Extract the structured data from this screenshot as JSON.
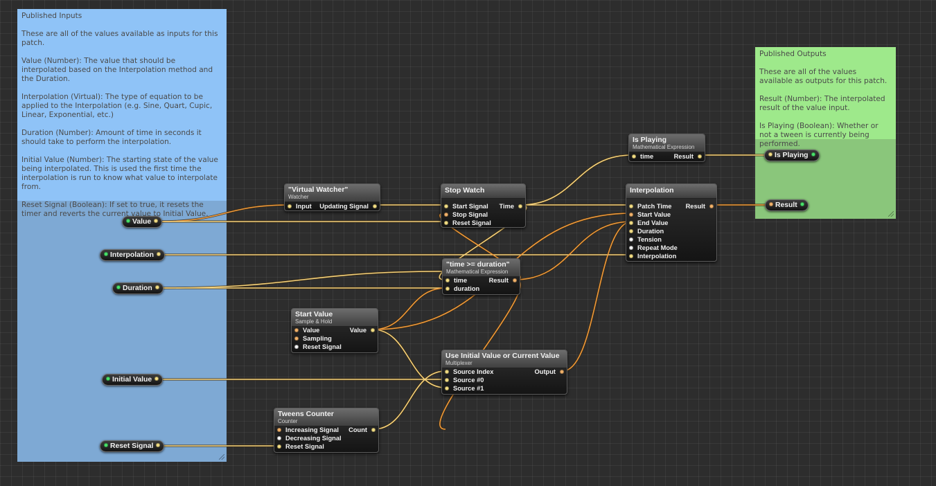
{
  "notes": {
    "inputs": {
      "title": "Published Inputs",
      "body": "These are all of the values available as inputs for this patch.\n\nValue (Number): The value that should be interpolated based on the Interpolation method and the Duration.\n\nInterpolation (Virtual): The type of equation to be applied to the Interpolation (e.g. Sine, Quart, Cupic, Linear, Exponential, etc.)\n\nDuration (Number): Amount of time in seconds it should take to perform the interpolation.\n\nInitial Value (Number): The starting state of the value being interpolated. This is used the first time the interpolation is run to know what value to interpolate from.\n\nReset Signal (Boolean): If set to true, it resets the timer and reverts the current value to Initial Value."
    },
    "outputs": {
      "title": "Published Outputs",
      "body": "These are all of the values available as outputs for this patch.\n\nResult (Number): The interpolated result of the value input.\n\nIs Playing (Boolean): Whether or not a tween is currently being performed."
    }
  },
  "published_inputs": [
    "Value",
    "Interpolation",
    "Duration",
    "Initial Value",
    "Reset Signal"
  ],
  "published_outputs": [
    "Is Playing",
    "Result"
  ],
  "patches": {
    "watcher": {
      "name": "\"Virtual Watcher\"",
      "type": "Watcher",
      "inputs": [
        "Input"
      ],
      "outputs": [
        "Updating Signal"
      ]
    },
    "stopwatch": {
      "name": "Stop Watch",
      "type": "",
      "inputs": [
        "Start Signal",
        "Stop Signal",
        "Reset Signal"
      ],
      "outputs": [
        "Time"
      ]
    },
    "isplaying": {
      "name": "Is Playing",
      "type": "Mathematical Expression",
      "inputs": [
        "time"
      ],
      "outputs": [
        "Result"
      ]
    },
    "interp": {
      "name": "Interpolation",
      "type": "",
      "inputs": [
        "Patch Time",
        "Start Value",
        "End Value",
        "Duration",
        "Tension",
        "Repeat Mode",
        "Interpolation"
      ],
      "outputs": [
        "Result"
      ]
    },
    "timeexpr": {
      "name": "\"time >= duration\"",
      "type": "Mathematical Expression",
      "inputs": [
        "time",
        "duration"
      ],
      "outputs": [
        "Result"
      ]
    },
    "startvalue": {
      "name": "Start Value",
      "type": "Sample & Hold",
      "inputs": [
        "Value",
        "Sampling",
        "Reset Signal"
      ],
      "outputs": [
        "Value"
      ]
    },
    "mux": {
      "name": "Use Initial Value or Current Value",
      "type": "Multiplexer",
      "inputs": [
        "Source Index",
        "Source #0",
        "Source #1"
      ],
      "outputs": [
        "Output"
      ]
    },
    "counter": {
      "name": "Tweens Counter",
      "type": "Counter",
      "inputs": [
        "Increasing Signal",
        "Decreasing Signal",
        "Reset Signal"
      ],
      "outputs": [
        "Count"
      ]
    }
  },
  "colors": {
    "canvas": "#2d2d2d",
    "inputs_note": "#8fc3f7",
    "outputs_note": "#9ee98b",
    "wire": "#f5d27c",
    "port_number": "#f2b26a",
    "port_boolean": "#f6f6f6",
    "port_published": "#49e36a"
  }
}
